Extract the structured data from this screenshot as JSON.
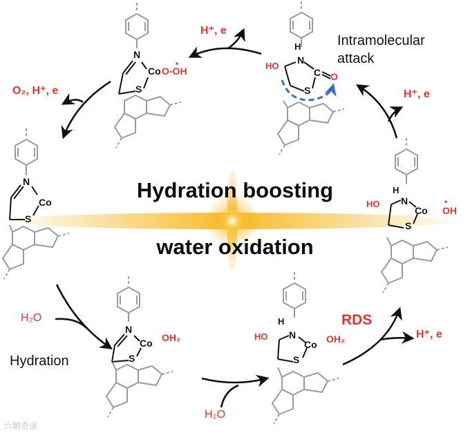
{
  "title_line1": "Hydration boosting",
  "title_line2": "water oxidation",
  "colors": {
    "accent": "#e8322d",
    "molecule": "#111111",
    "faded": "#9a9a9a",
    "blue": "#3a6fc4",
    "glow": "#f5b21a"
  },
  "labels": {
    "top_left_out": "H⁺, e",
    "left_out": "O₂, H⁺, e",
    "intramolecular": "Intramolecular\nattack",
    "right_out": "H⁺, e",
    "water_1": "H₂O",
    "hydration": "Hydration",
    "water_2": "H₂O",
    "rds": "RDS",
    "rds_out": "H⁺, e"
  },
  "molecules": {
    "m1": {
      "n": "N",
      "co": "Co",
      "s": "S",
      "ligand": "O-OH",
      "dot": "•"
    },
    "m2": {
      "h": "H",
      "n": "N",
      "c": "C",
      "o": "O",
      "ho": "HO",
      "s": "S"
    },
    "m3": {
      "n": "N",
      "co": "Co",
      "s": "S"
    },
    "m4": {
      "h": "H",
      "n": "N",
      "ho": "HO",
      "co": "Co",
      "oh": "OH",
      "s": "S",
      "dot": "•"
    },
    "m5": {
      "n": "N",
      "co": "Co",
      "oh2": "OH₂",
      "s": "S"
    },
    "m6": {
      "h": "H",
      "n": "N",
      "ho": "HO",
      "co": "Co",
      "oh2": "OH₂",
      "s": "S"
    }
  },
  "watermark": "六朝奇谈"
}
